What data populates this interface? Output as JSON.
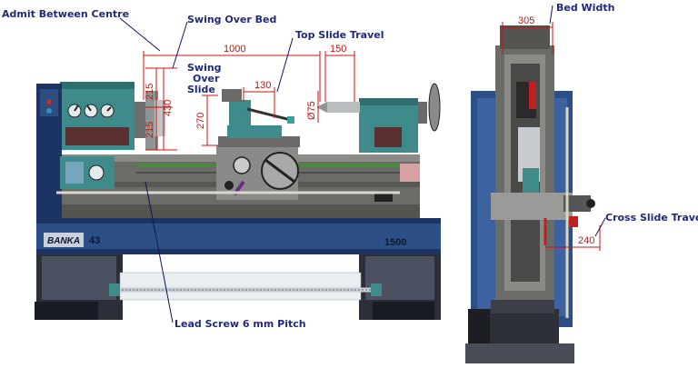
{
  "labels": {
    "admit_between_centre": "Admit Between Centre",
    "swing_over_bed": "Swing Over Bed",
    "top_slide_travel": "Top Slide Travel",
    "swing_over_slide_1": "Swing",
    "swing_over_slide_2": "Over",
    "swing_over_slide_3": "Slide",
    "bed_width": "Bed Width",
    "cross_slide_travel": "Cross Slide Travel",
    "lead_screw": "Lead Screw 6 mm Pitch"
  },
  "dimensions": {
    "admit_between_centre": "1000",
    "top_slide_travel": "150",
    "swing_upper": "215",
    "swing_over_bed": "430",
    "swing_lower": "215",
    "swing_over_slide": "270",
    "slide_width": "130",
    "tailstock_quill": "Ø75",
    "bed_width": "305",
    "cross_slide_travel": "240"
  },
  "nameplate": {
    "brand": "BANKA",
    "model": "43",
    "size": "1500"
  },
  "colors": {
    "label_text": "#1f2a7a",
    "dimension_lines": "#c01515",
    "machine_teal": "#3f8a8a",
    "machine_blue": "#2c4f88",
    "bed_gray": "#6b6b68"
  }
}
